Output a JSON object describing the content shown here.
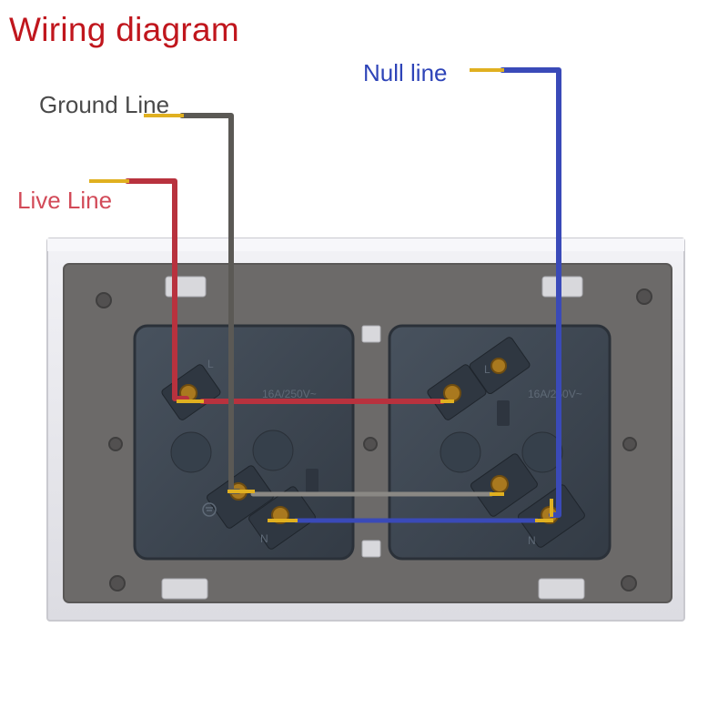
{
  "title": "Wiring diagram",
  "labels": {
    "ground": "Ground Line",
    "live": "Live Line",
    "null": "Null line"
  },
  "socket_markings": {
    "left_socket_rating": "16A/250V~",
    "right_socket_rating": "16A/250V~",
    "terminal_live": "L",
    "terminal_neutral": "N"
  },
  "colors": {
    "title": "#c0161d",
    "ground_label": "#4a4a4a",
    "live_label": "#d24a58",
    "null_label": "#2e44b8",
    "live_wire": "#b8323e",
    "ground_wire": "#5b5955",
    "null_wire": "#3a4ab8",
    "copper_tip": "#e0b020",
    "plate_frame": "#e9e9ee",
    "plate_body": "#6c6a69",
    "socket_body": "#3c4550"
  },
  "icons": [
    "ground-symbol-icon"
  ]
}
